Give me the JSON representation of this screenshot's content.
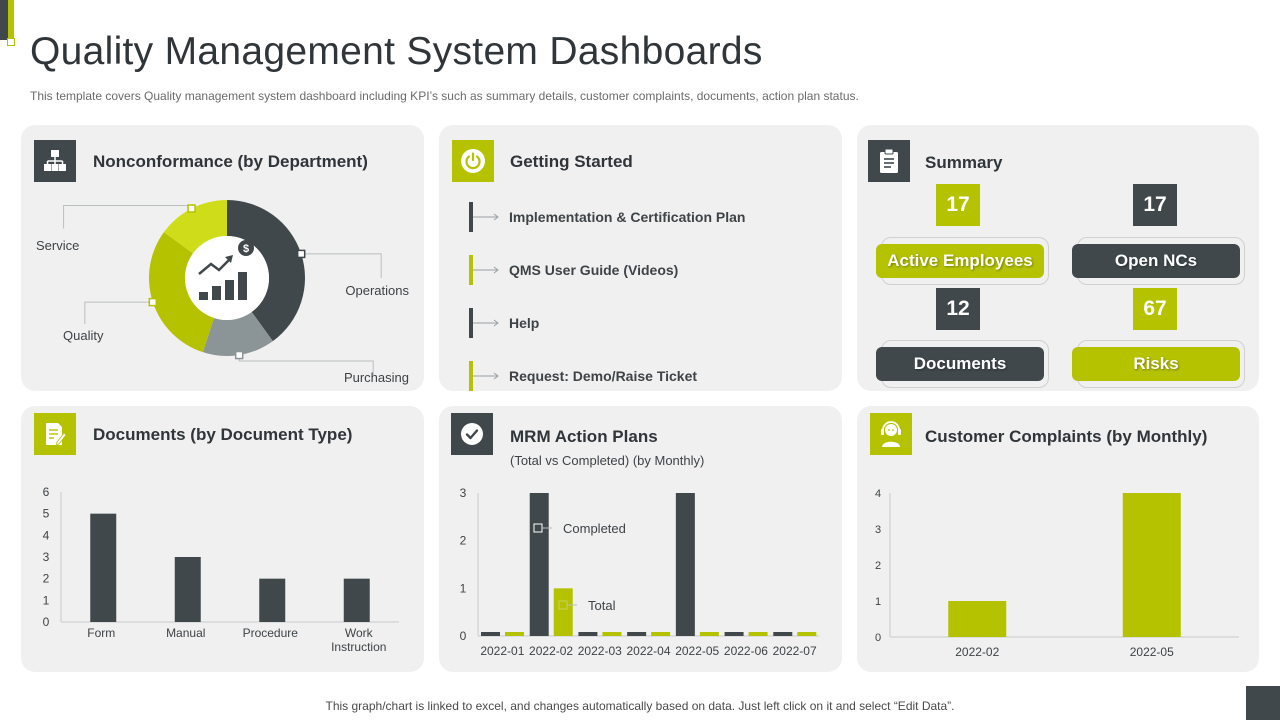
{
  "header": {
    "title": "Quality Management System Dashboards",
    "subtitle": "This template covers Quality management system dashboard including KPI’s such as summary details, customer complaints, documents, action plan status."
  },
  "footer": "This graph/chart is linked to excel,  and changes automatically based on data. Just left click on it and select “Edit Data”.",
  "colors": {
    "green": "#b5c200",
    "dark": "#40484c",
    "gray": "#8b9496",
    "panel": "#f0f0f0"
  },
  "nonconformance": {
    "title": "Nonconformance (by Department)",
    "icon": "org-hierarchy-icon",
    "center_icon": "growth-chart-dollar-icon"
  },
  "getting_started": {
    "title": "Getting Started",
    "icon": "power-icon",
    "items": [
      {
        "label": "Implementation & Certification Plan",
        "color": "dark"
      },
      {
        "label": "QMS User Guide (Videos)",
        "color": "green"
      },
      {
        "label": "Help",
        "color": "dark"
      },
      {
        "label": "Request:  Demo/Raise Ticket",
        "color": "green"
      }
    ]
  },
  "summary": {
    "title": "Summary",
    "icon": "clipboard-icon",
    "cards": [
      {
        "value": "17",
        "label": "Active Employees",
        "color": "green"
      },
      {
        "value": "17",
        "label": "Open NCs",
        "color": "dark"
      },
      {
        "value": "12",
        "label": "Documents",
        "color": "dark"
      },
      {
        "value": "67",
        "label": "Risks",
        "color": "green"
      }
    ]
  },
  "documents": {
    "title": "Documents (by Document Type)",
    "icon": "document-edit-icon"
  },
  "mrm": {
    "title": "MRM Action Plans",
    "subtitle": "(Total vs Completed) (by Monthly)",
    "icon": "checkmark-icon"
  },
  "complaints": {
    "title": "Customer Complaints (by Monthly)",
    "icon": "customer-support-icon"
  },
  "chart_data": [
    {
      "id": "nonconformance",
      "type": "pie",
      "categories": [
        "Operations",
        "Purchasing",
        "Quality",
        "Service"
      ],
      "values": [
        40,
        15,
        30,
        15
      ],
      "colors": [
        "#40484c",
        "#8b9496",
        "#b5c200",
        "#cfdc1a"
      ],
      "legend": "callout-labels"
    },
    {
      "id": "documents",
      "type": "bar",
      "categories": [
        "Form",
        "Manual",
        "Procedure",
        "Work Instruction"
      ],
      "values": [
        5,
        3,
        2,
        2
      ],
      "ylim": [
        0,
        6
      ],
      "yticks": [
        "0",
        "1",
        "2",
        "3",
        "4",
        "5",
        "6"
      ],
      "grid": false,
      "color": "#40484c"
    },
    {
      "id": "mrm",
      "type": "bar",
      "categories": [
        "2022-01",
        "2022-02",
        "2022-03",
        "2022-04",
        "2022-05",
        "2022-06",
        "2022-07"
      ],
      "series": [
        {
          "name": "Completed",
          "values": [
            0,
            3,
            0,
            0,
            3,
            0,
            0
          ],
          "color": "#40484c"
        },
        {
          "name": "Total",
          "values": [
            0,
            1,
            0,
            0,
            0,
            0,
            0
          ],
          "color": "#b5c200"
        }
      ],
      "ylim": [
        0,
        3
      ],
      "yticks": [
        "0",
        "1",
        "2",
        "3"
      ],
      "grid": false
    },
    {
      "id": "complaints",
      "type": "bar",
      "categories": [
        "2022-02",
        "2022-05"
      ],
      "values": [
        1,
        4
      ],
      "ylim": [
        0,
        4
      ],
      "yticks": [
        "0",
        "1",
        "2",
        "3",
        "4"
      ],
      "grid": false,
      "color": "#b5c200"
    }
  ]
}
